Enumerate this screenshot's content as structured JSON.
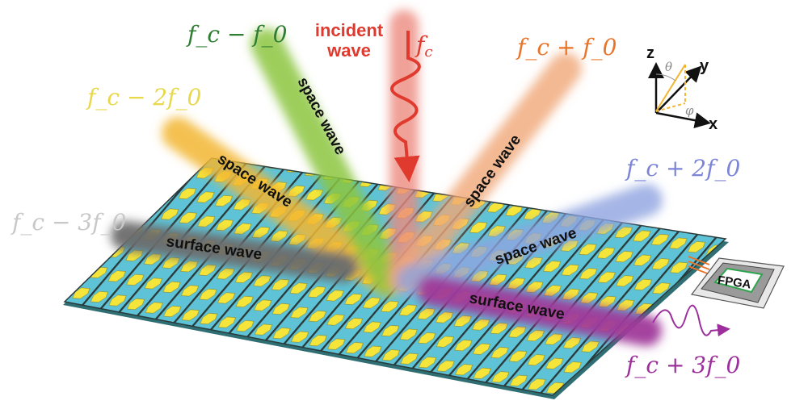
{
  "figure": {
    "title": "Space-time-coding metasurface harmonic generation",
    "labels": {
      "incident": "incident",
      "incident_wave": "wave",
      "fc": "f",
      "fc_sub": "c",
      "fc_minus_f0": "f_c − f_0",
      "fc_minus_2f0": "f_c − 2f_0",
      "fc_minus_3f0": "f_c − 3f_0",
      "fc_plus_f0": "f_c + f_0",
      "fc_plus_2f0": "f_c + 2f_0",
      "fc_plus_3f0": "f_c + 3f_0",
      "space_wave": "space wave",
      "surface_wave": "surface wave",
      "fpga": "FPGA"
    },
    "axes": {
      "z": "z",
      "y": "y",
      "x": "x",
      "theta": "θ",
      "phi": "φ"
    },
    "colors": {
      "incident": "#e03a2f",
      "minus1": "#2e7d32",
      "minus1_beam": "#8cc63f",
      "minus2": "#e8d84a",
      "minus2_beam": "#f2b632",
      "minus3": "#c8c8c8",
      "minus3_beam": "#6b6b6b",
      "plus1": "#e8742a",
      "plus1_beam": "#f0a878",
      "plus2": "#7b84d6",
      "plus2_beam": "#8ea4e0",
      "plus3": "#9c2f9c",
      "plus3_beam": "#a03a9a",
      "substrate": "#5ec3d6",
      "patch": "#f5e53a",
      "strip": "#2a3a3a"
    }
  }
}
